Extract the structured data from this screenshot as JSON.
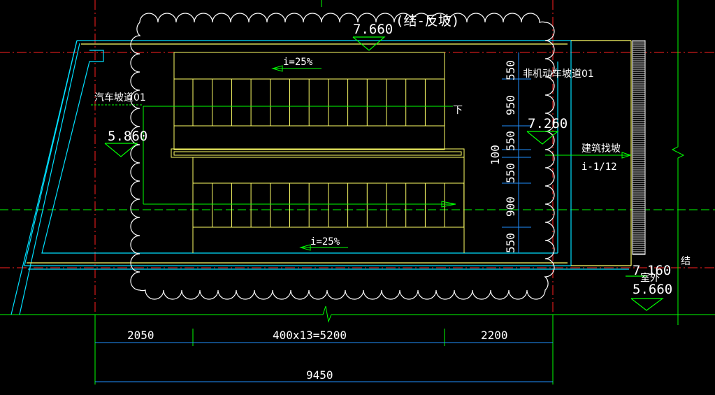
{
  "drawing": {
    "background": "#000000",
    "colors": {
      "red_axis": "#ff2020",
      "green_axis": "#00ff00",
      "cyan_line": "#00e0ff",
      "yellow_line": "#ffff66",
      "blue_dim": "#2090ff",
      "white": "#ffffff",
      "cloud": "#ffffff"
    },
    "labels": {
      "top_elevation": "7.660",
      "top_elevation_note": "(结-反坡)",
      "slope_top": "i=25%",
      "slope_bottom": "i=25%",
      "car_ramp": "汽车坡道01",
      "left_elevation": "5.860",
      "nonmotor_ramp": "非机动车坡道01",
      "down_mark": "下",
      "mid_elevation": "7.260",
      "building_ramp": "建筑找坡",
      "building_slope": "i-1/12",
      "outdoor_label": "室外",
      "outdoor_prefix": "7",
      "outdoor_elevation_top": "160",
      "outdoor_elevation": "5.660",
      "struct_mark": "结"
    },
    "vertical_dims": [
      "550",
      "950",
      "550",
      "100",
      "550",
      "900",
      "550"
    ],
    "horizontal_dims": {
      "seg1": "2050",
      "seg2": "400x13=5200",
      "seg3": "2200",
      "total": "9450"
    }
  }
}
